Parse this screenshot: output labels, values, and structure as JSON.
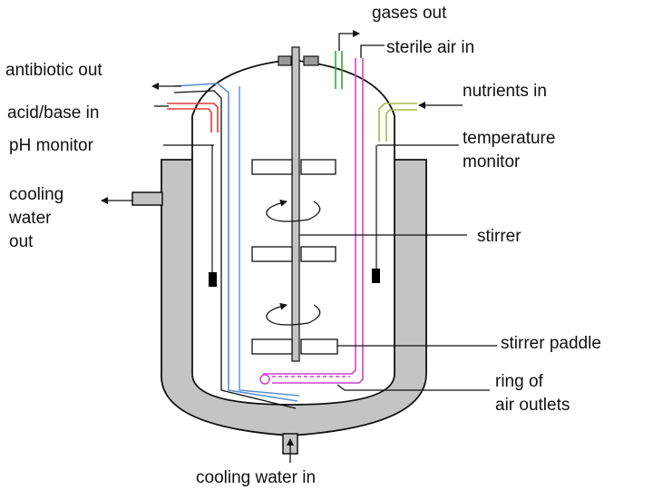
{
  "labels": {
    "gases_out": "gases out",
    "sterile_air_in": "sterile air in",
    "antibiotic_out": "antibiotic out",
    "nutrients_in": "nutrients in",
    "acid_base_in": "acid/base in",
    "ph_monitor": "pH monitor",
    "temperature_monitor": [
      "temperature",
      "monitor"
    ],
    "cooling_water_out": [
      "cooling",
      "water",
      "out"
    ],
    "stirrer": "stirrer",
    "stirrer_paddle": "stirrer paddle",
    "ring_of_air_outlets": [
      "ring of",
      "air outlets"
    ],
    "cooling_water_in": "cooling water in"
  },
  "colors": {
    "jacket_fill": "#c4c4c4",
    "outline": "#111111",
    "antibiotic_pipe": "#5b8fd0",
    "acid_base_pipe": "#e03b3b",
    "sterile_air_pipe": "#d043d8",
    "nutrients_pipe": "#a8b84a",
    "gases_out_pipe": "#2faa2f",
    "probe_fill": "#000000"
  }
}
